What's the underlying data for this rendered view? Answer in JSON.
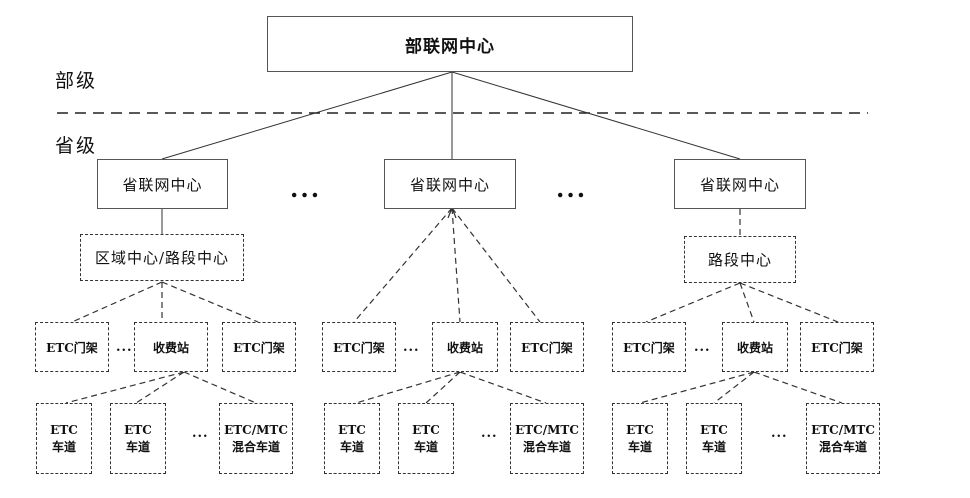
{
  "ministry_label": "部级",
  "province_label": "省级",
  "top": {
    "label": "部联网中心"
  },
  "ellipsis": "...",
  "columns": [
    {
      "province": "省联网中心",
      "segment": "区域中心/路段中心",
      "gantry_left": "ETC门架",
      "station": "收费站",
      "gantry_right": "ETC门架",
      "lane1": [
        "ETC",
        "车道"
      ],
      "lane2": [
        "ETC",
        "车道"
      ],
      "lane3": [
        "ETC/MTC",
        "混合车道"
      ]
    },
    {
      "province": "省联网中心",
      "gantry_left": "ETC门架",
      "station": "收费站",
      "gantry_right": "ETC门架",
      "lane1": [
        "ETC",
        "车道"
      ],
      "lane2": [
        "ETC",
        "车道"
      ],
      "lane3": [
        "ETC/MTC",
        "混合车道"
      ]
    },
    {
      "province": "省联网中心",
      "segment": "路段中心",
      "gantry_left": "ETC门架",
      "station": "收费站",
      "gantry_right": "ETC门架",
      "lane1": [
        "ETC",
        "车道"
      ],
      "lane2": [
        "ETC",
        "车道"
      ],
      "lane3": [
        "ETC/MTC",
        "混合车道"
      ]
    }
  ]
}
